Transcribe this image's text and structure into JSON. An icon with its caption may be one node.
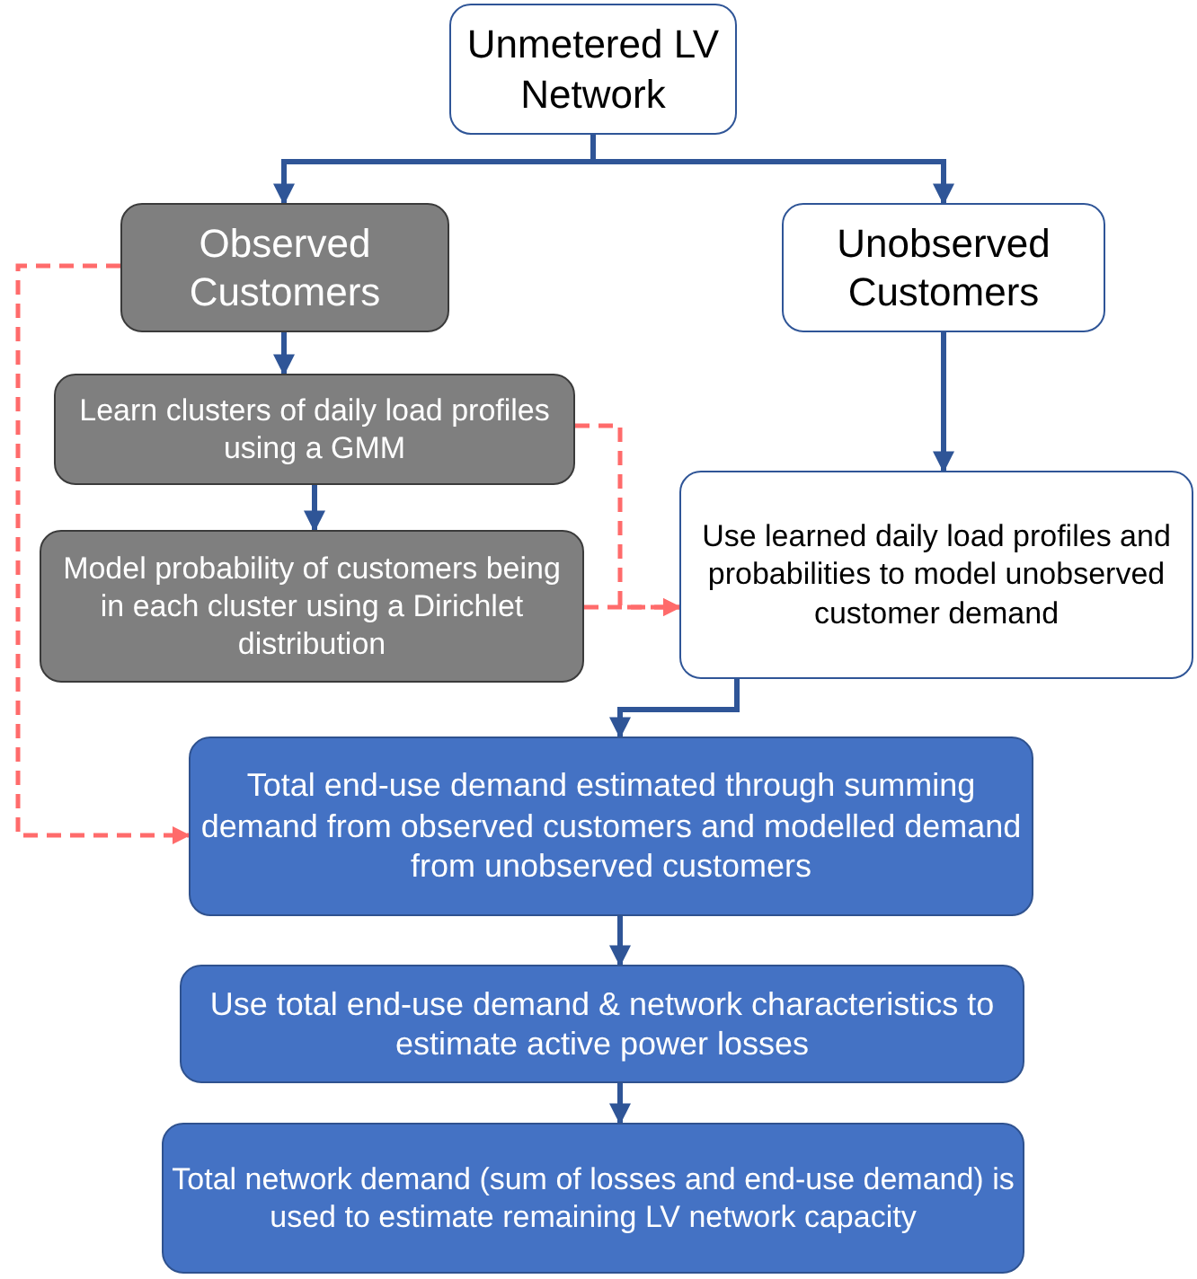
{
  "diagram": {
    "nodes": [
      {
        "text": [
          "Unmetered LV Network"
        ]
      },
      {
        "text": [
          "Observed Customers"
        ]
      },
      {
        "text": [
          "Unobserved Customers"
        ]
      },
      {
        "text": [
          "Learn clusters of daily load profiles using a GMM"
        ]
      },
      {
        "text": [
          "Model probability of customers being in each cluster using a Dirichlet distribution"
        ]
      },
      {
        "text": [
          "Use learned daily load profiles and probabilities to model unobserved customer demand"
        ]
      },
      {
        "text": [
          "Total end-use demand estimated through summing demand from observed customers and modelled demand from unobserved customers"
        ]
      },
      {
        "text": [
          "Use total end-use demand & network characteristics to estimate active power losses"
        ]
      },
      {
        "text": [
          "Total network demand (sum of losses and end-use demand) is used to estimate remaining LV network capacity"
        ]
      }
    ],
    "edges": [
      {
        "from": 0,
        "to": 1,
        "arrow": "to"
      },
      {
        "from": 0,
        "to": 2,
        "arrow": "to"
      },
      {
        "from": 1,
        "to": 3,
        "arrow": "to"
      },
      {
        "from": 3,
        "to": 4,
        "arrow": "to"
      },
      {
        "from": 2,
        "to": 5,
        "arrow": "to"
      },
      {
        "from": 5,
        "to": 6,
        "arrow": "to"
      },
      {
        "from": 6,
        "to": 7,
        "arrow": "to"
      },
      {
        "from": 7,
        "to": 8,
        "arrow": "to"
      },
      {
        "from": 1,
        "to": 6,
        "arrow": "to",
        "style": "dashed",
        "color": "#ff6b6b"
      },
      {
        "from": 3,
        "to": 5,
        "arrow": "to",
        "style": "dashed",
        "color": "#ff6b6b"
      },
      {
        "from": 4,
        "to": 5,
        "arrow": "to",
        "style": "dashed",
        "color": "#ff6b6b"
      }
    ]
  }
}
